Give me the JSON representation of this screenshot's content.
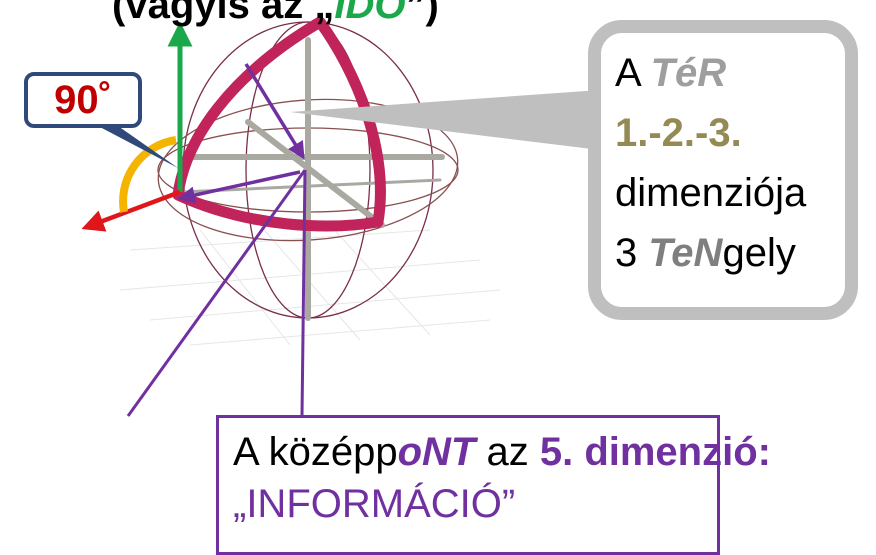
{
  "heading": {
    "prefix": "(vagyis az „",
    "highlight": "IDŐ",
    "suffix": "”)"
  },
  "angle_label": "90˚",
  "space_callout": {
    "line1_a": "A ",
    "line1_b": "TéR",
    "line2": "1.-2.-3.",
    "line3": "dimenziója",
    "line4_a": "3 ",
    "line4_b": "TeN",
    "line4_c": "gely"
  },
  "center_callout": {
    "line1_a": "A középp",
    "line1_b": "oNT",
    "line1_c": " az ",
    "line1_d": "5",
    "line1_e": ". ",
    "line1_f": "dimenzió",
    "line1_g": ":",
    "line2": "„INFORMÁCIÓ”"
  },
  "colors": {
    "time_axis": "#1aa84a",
    "angle_arc": "#f5b400",
    "red_axis": "#e0161b",
    "purple_arrows": "#7030a0",
    "surface": "#c0245a",
    "label_text": "#c00000"
  }
}
